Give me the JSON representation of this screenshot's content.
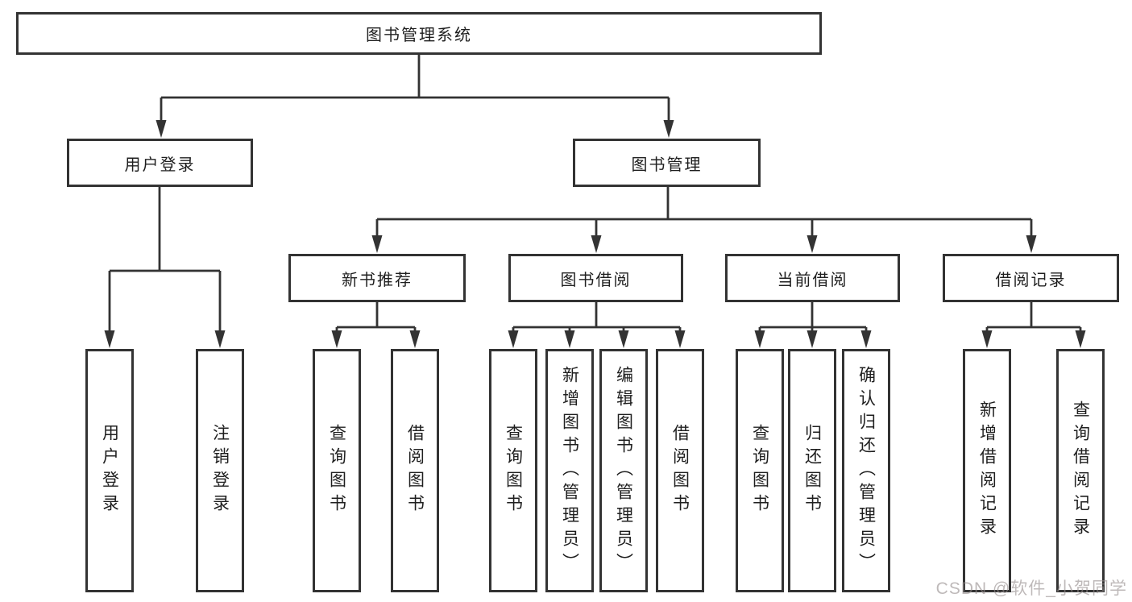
{
  "diagram_title": "图书管理系统",
  "nodes": {
    "root": {
      "label": "图书管理系统"
    },
    "level2": [
      {
        "label": "用户登录"
      },
      {
        "label": "图书管理"
      }
    ],
    "level3": [
      {
        "label": "新书推荐",
        "parent": "图书管理"
      },
      {
        "label": "图书借阅",
        "parent": "图书管理"
      },
      {
        "label": "当前借阅",
        "parent": "图书管理"
      },
      {
        "label": "借阅记录",
        "parent": "图书管理"
      }
    ],
    "leaves": [
      {
        "label": "用户登录",
        "parent": "用户登录"
      },
      {
        "label": "注销登录",
        "parent": "用户登录"
      },
      {
        "label": "查询图书",
        "parent": "新书推荐"
      },
      {
        "label": "借阅图书",
        "parent": "新书推荐"
      },
      {
        "label": "查询图书",
        "parent": "图书借阅"
      },
      {
        "label": "新增图书（管理员）",
        "parent": "图书借阅"
      },
      {
        "label": "编辑图书（管理员）",
        "parent": "图书借阅"
      },
      {
        "label": "借阅图书",
        "parent": "图书借阅"
      },
      {
        "label": "查询图书",
        "parent": "当前借阅"
      },
      {
        "label": "归还图书",
        "parent": "当前借阅"
      },
      {
        "label": "确认归还（管理员）",
        "parent": "当前借阅"
      },
      {
        "label": "新增借阅记录",
        "parent": "借阅记录"
      },
      {
        "label": "查询借阅记录",
        "parent": "借阅记录"
      }
    ]
  },
  "watermark": {
    "text": "CSDN @软件_小贺同学"
  },
  "colors": {
    "background": "#ffffff",
    "line": "#333333",
    "box_border": "#333333",
    "text": "#1f1f1f",
    "watermark": "#968e8e"
  }
}
